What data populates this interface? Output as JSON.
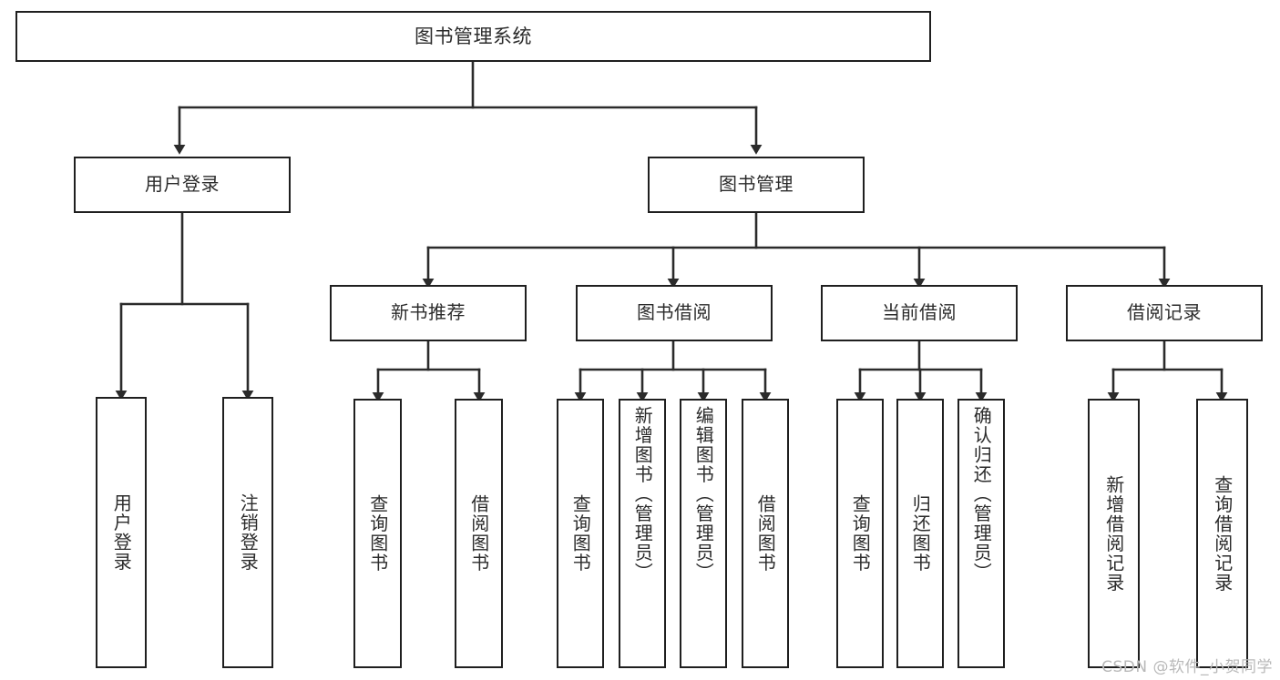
{
  "diagram": {
    "type": "tree",
    "title": "图书管理系统",
    "root": {
      "id": "root",
      "label": "图书管理系统",
      "orientation": "horizontal"
    },
    "level2": [
      {
        "id": "user-login",
        "label": "用户登录",
        "orientation": "horizontal"
      },
      {
        "id": "book-manage",
        "label": "图书管理",
        "orientation": "horizontal"
      }
    ],
    "level3": [
      {
        "id": "new-book-recommend",
        "label": "新书推荐",
        "orientation": "horizontal",
        "parent": "book-manage"
      },
      {
        "id": "book-borrow",
        "label": "图书借阅",
        "orientation": "horizontal",
        "parent": "book-manage"
      },
      {
        "id": "current-borrow",
        "label": "当前借阅",
        "orientation": "horizontal",
        "parent": "book-manage"
      },
      {
        "id": "borrow-record",
        "label": "借阅记录",
        "orientation": "horizontal",
        "parent": "book-manage"
      }
    ],
    "leaves": [
      {
        "id": "leaf-user-login",
        "label": "用户登录",
        "parent": "user-login",
        "orientation": "vertical"
      },
      {
        "id": "leaf-logout",
        "label": "注销登录",
        "parent": "user-login",
        "orientation": "vertical"
      },
      {
        "id": "leaf-query-book-1",
        "label": "查询图书",
        "parent": "new-book-recommend",
        "orientation": "vertical"
      },
      {
        "id": "leaf-borrow-book-1",
        "label": "借阅图书",
        "parent": "new-book-recommend",
        "orientation": "vertical"
      },
      {
        "id": "leaf-query-book-2",
        "label": "查询图书",
        "parent": "book-borrow",
        "orientation": "vertical"
      },
      {
        "id": "leaf-add-book",
        "label": "新增图书（管理员）",
        "parent": "book-borrow",
        "orientation": "vertical"
      },
      {
        "id": "leaf-edit-book",
        "label": "编辑图书（管理员）",
        "parent": "book-borrow",
        "orientation": "vertical"
      },
      {
        "id": "leaf-borrow-book-2",
        "label": "借阅图书",
        "parent": "book-borrow",
        "orientation": "vertical"
      },
      {
        "id": "leaf-query-book-3",
        "label": "查询图书",
        "parent": "current-borrow",
        "orientation": "vertical"
      },
      {
        "id": "leaf-return-book",
        "label": "归还图书",
        "parent": "current-borrow",
        "orientation": "vertical"
      },
      {
        "id": "leaf-confirm-return",
        "label": "确认归还（管理员）",
        "parent": "current-borrow",
        "orientation": "vertical"
      },
      {
        "id": "leaf-add-record",
        "label": "新增借阅记录",
        "parent": "borrow-record",
        "orientation": "vertical"
      },
      {
        "id": "leaf-query-record",
        "label": "查询借阅记录",
        "parent": "borrow-record",
        "orientation": "vertical"
      }
    ]
  },
  "watermark": {
    "text": "CSDN @软件_小贺同学"
  },
  "colors": {
    "stroke": "#1f1f1f",
    "box_fill": "#ffffff",
    "text": "#2b2b2b",
    "background": "#ffffff",
    "watermark": "#b9b9b9"
  }
}
